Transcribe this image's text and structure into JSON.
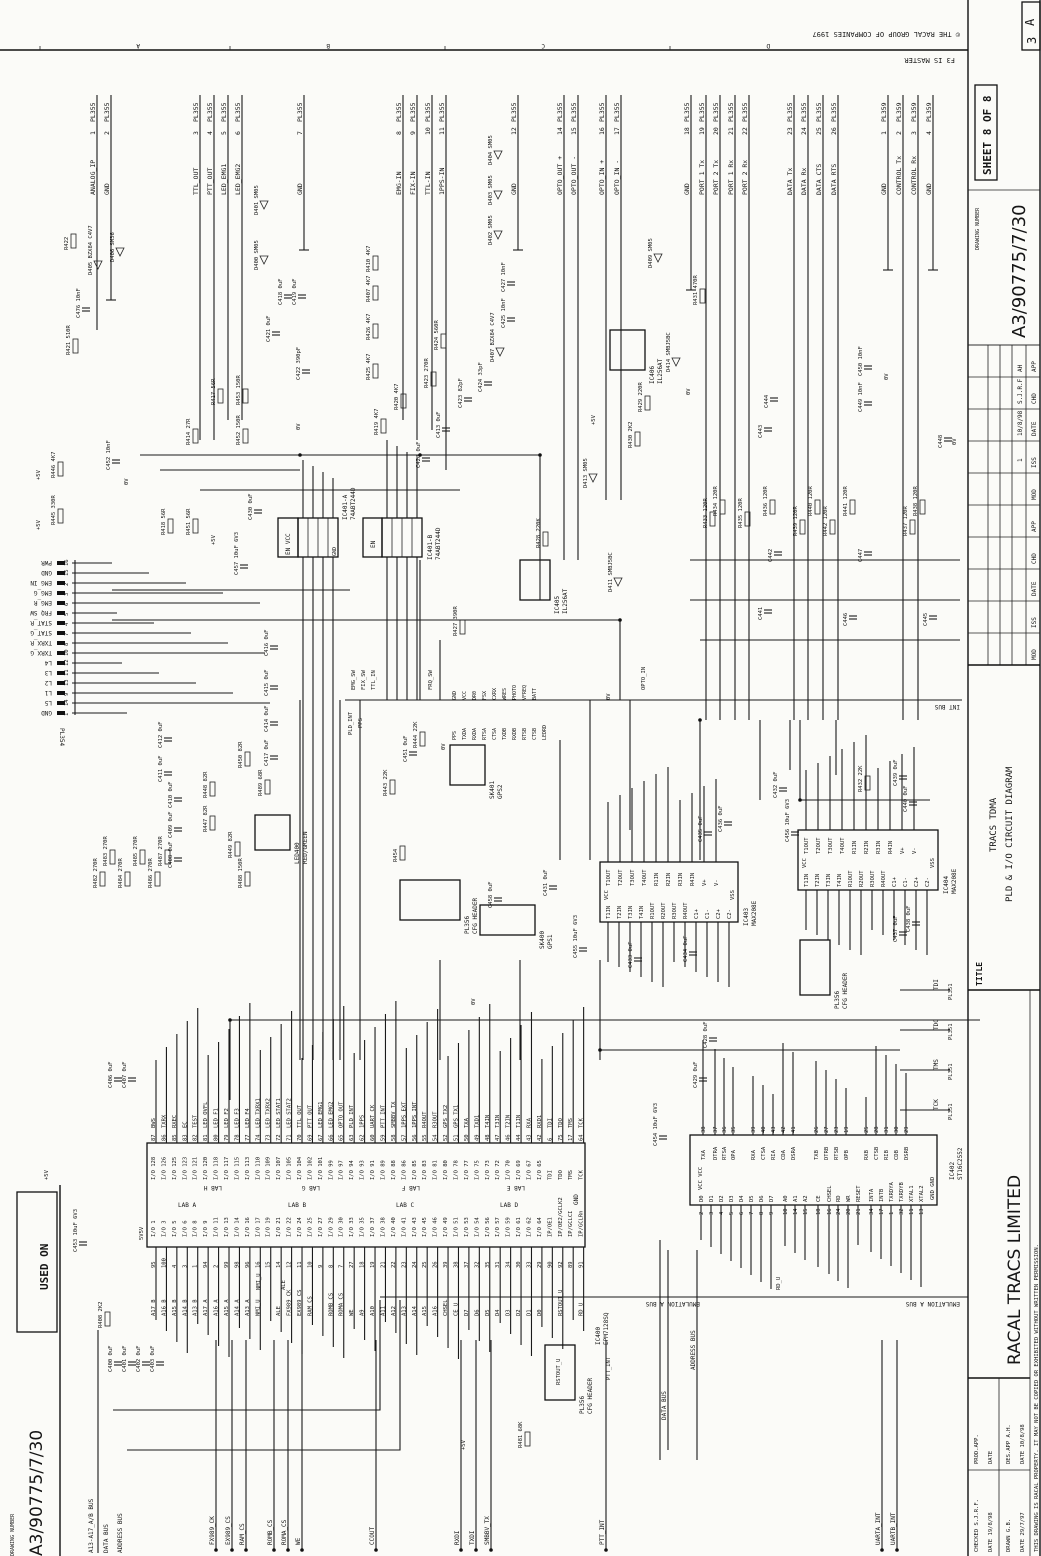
{
  "title_block": {
    "sheet_letter": "A",
    "sheet_size": "3",
    "copyright": "© THE RACAL GROUP OF COMPANIES 1997",
    "master_note": "F3 IS MASTER",
    "sheet": "SHEET 8 OF 8",
    "drawing_number_label": "DRAWING NUMBER",
    "drawing_number": "A3/90775/7/30",
    "revision_headers": [
      "APP",
      "CHD",
      "DATE",
      "ISS",
      "MOD",
      "APP",
      "CHD",
      "DATE",
      "ISS",
      "MOD"
    ],
    "revision_row": {
      "app": "AH",
      "chd": "S.J.R.F",
      "date": "10/8/98",
      "iss": "1"
    },
    "title_label": "TITLE",
    "title_line1": "TRACS TDMA",
    "title_line2": "PLD & I/O CIRCUIT DIAGRAM",
    "company": "RACAL TRACS LIMITED",
    "approvals": [
      "CHECKED S.J.R.F.",
      "DATE 19/8/98",
      "DRAWN G.B.",
      "DATE 29/7/97",
      "PROD.APP.",
      "DATE",
      "DES.APP A.H.",
      "DATE 10/8/98"
    ],
    "footer": "THIS DRAWING IS RACAL PROPERTY. IT MAY NOT BE COPIED OR EXHIBITED WITHOUT WRITTEN PERMISSION."
  },
  "left_strip": {
    "drawing_number_label": "DRAWING NUMBER",
    "drawing_number": "A3/90775/7/30",
    "used_on": "USED ON"
  },
  "zones": [
    "A",
    "B",
    "C",
    "D"
  ],
  "bus_labels": {
    "a13_a17": "A13-A17_A/B BUS",
    "data_bus": "DATA BUS",
    "address_bus": "ADDRESS BUS",
    "data_bus_2": "DATA BUS",
    "address_bus_2": "ADDRESS BUS",
    "emulation_bus": "EMULATION A BUS",
    "int_bus": "INT BUS"
  },
  "pl355": [
    {
      "signal": "ANALOG_IP",
      "pin": "1",
      "ref": "PL355"
    },
    {
      "signal": "GND",
      "pin": "2",
      "ref": "PL355"
    },
    {
      "signal": "TTL_OUT",
      "pin": "3",
      "ref": "PL355"
    },
    {
      "signal": "PTT_OUT",
      "pin": "4",
      "ref": "PL355"
    },
    {
      "signal": "LED_EMG1",
      "pin": "5",
      "ref": "PL355"
    },
    {
      "signal": "LED_EMG2",
      "pin": "6",
      "ref": "PL355"
    },
    {
      "signal": "GND",
      "pin": "7",
      "ref": "PL355"
    },
    {
      "signal": "EMG-IN",
      "pin": "8",
      "ref": "PL355"
    },
    {
      "signal": "FIX-IN",
      "pin": "9",
      "ref": "PL355"
    },
    {
      "signal": "TTL-IN",
      "pin": "10",
      "ref": "PL355"
    },
    {
      "signal": "1PPS-IN",
      "pin": "11",
      "ref": "PL355"
    },
    {
      "signal": "GND",
      "pin": "12",
      "ref": "PL355"
    },
    {
      "signal": "OPTO_OUT +",
      "pin": "14",
      "ref": "PL355"
    },
    {
      "signal": "OPTO_OUT -",
      "pin": "15",
      "ref": "PL355"
    },
    {
      "signal": "OPTO_IN +",
      "pin": "16",
      "ref": "PL355"
    },
    {
      "signal": "OPTO_IN -",
      "pin": "17",
      "ref": "PL355"
    },
    {
      "signal": "GND",
      "pin": "18",
      "ref": "PL355"
    },
    {
      "signal": "PORT 1 Tx",
      "pin": "19",
      "ref": "PL355"
    },
    {
      "signal": "PORT 2 Tx",
      "pin": "20",
      "ref": "PL355"
    },
    {
      "signal": "PORT 1 Rx",
      "pin": "21",
      "ref": "PL355"
    },
    {
      "signal": "PORT 2 Rx",
      "pin": "22",
      "ref": "PL355"
    },
    {
      "signal": "DATA Tx",
      "pin": "23",
      "ref": "PL355"
    },
    {
      "signal": "DATA Rx",
      "pin": "24",
      "ref": "PL355"
    },
    {
      "signal": "DATA CTS",
      "pin": "25",
      "ref": "PL355"
    },
    {
      "signal": "DATA RTS",
      "pin": "26",
      "ref": "PL355"
    },
    {
      "signal": "GND",
      "pin": "1",
      "ref": "PL359"
    },
    {
      "signal": "CONTROL Tx",
      "pin": "2",
      "ref": "PL359"
    },
    {
      "signal": "CONTROL Rx",
      "pin": "3",
      "ref": "PL359"
    },
    {
      "signal": "GND",
      "pin": "4",
      "ref": "PL359"
    }
  ],
  "pl354": {
    "ref": "PL354",
    "pins": [
      {
        "signal": "PWR",
        "pin": "16"
      },
      {
        "signal": "GND",
        "pin": "15"
      },
      {
        "signal": "EMG IN",
        "pin": "2"
      },
      {
        "signal": "EMG_G",
        "pin": "3"
      },
      {
        "signal": "EMG_R",
        "pin": "6"
      },
      {
        "signal": "FRQ SW",
        "pin": "5"
      },
      {
        "signal": "STAT_R",
        "pin": "4"
      },
      {
        "signal": "STAT_G",
        "pin": "7"
      },
      {
        "signal": "TXRX_R",
        "pin": "8"
      },
      {
        "signal": "TXRX_G",
        "pin": "10"
      },
      {
        "signal": "L4",
        "pin": "12"
      },
      {
        "signal": "L3",
        "pin": "11"
      },
      {
        "signal": "L2",
        "pin": "13"
      },
      {
        "signal": "L1",
        "pin": "9"
      },
      {
        "signal": "L5",
        "pin": "14"
      },
      {
        "signal": "GND",
        "pin": "1"
      }
    ]
  },
  "ic400": {
    "ref": "IC400",
    "part": "EPM7128SQ",
    "power": "5V5V",
    "labs_bottom": [
      "LAB A",
      "LAB B",
      "LAB C",
      "LAB D"
    ],
    "labs_top": [
      "LAB H",
      "LAB G",
      "LAB F",
      "LAB E"
    ],
    "gnd": "GND",
    "top_io": [
      "I/O 128",
      "I/O 126",
      "I/O 125",
      "I/O 123",
      "I/O 121",
      "I/O 120",
      "I/O 118",
      "I/O 117",
      "I/O 115",
      "I/O 113",
      "I/O 110",
      "I/O 109",
      "I/O 107",
      "I/O 105",
      "I/O 104",
      "I/O 102",
      "I/O 101",
      "I/O 99",
      "I/O 97",
      "I/O 94",
      "I/O 93",
      "I/O 91",
      "I/O 89",
      "I/O 88",
      "I/O 86",
      "I/O 85",
      "I/O 83",
      "I/O 81",
      "I/O 80",
      "I/O 78",
      "I/O 77",
      "I/O 75",
      "I/O 73",
      "I/O 72",
      "I/O 70",
      "I/O 69",
      "I/O 67",
      "I/O 65",
      "TDI",
      "TDO",
      "TMS",
      "TCK"
    ],
    "top_pins": [
      "87",
      "86",
      "85",
      "83",
      "82",
      "81",
      "80",
      "79",
      "78",
      "77",
      "74",
      "73",
      "72",
      "71",
      "70",
      "69",
      "67",
      "66",
      "65",
      "63",
      "62",
      "60",
      "59",
      "58",
      "57",
      "56",
      "55",
      "54",
      "52",
      "51",
      "50",
      "49",
      "48",
      "47",
      "46",
      "44",
      "43",
      "42",
      "6",
      "75",
      "17",
      "64"
    ],
    "top_signals": [
      "BWS",
      "TXRX",
      "RXEC",
      "EC",
      "TEST",
      "LED_OVFL",
      "LED_F1",
      "LED_F2",
      "LED_F3",
      "LED_F4",
      "LED_TXRX1",
      "LED_TXRX2",
      "LED_STAT1",
      "LED_STAT2",
      "TTL_OUT",
      "PTT_OUT",
      "LED_EMG1",
      "LED_EMG2",
      "OPTO_OUT",
      "PLD_INT",
      "1PPS",
      "UART_CK",
      "PTT_INT",
      "SMBBV_TX",
      "1PPS_EXT",
      "1PPS_INT",
      "R4OUT",
      "R3OUT",
      "GPS_TX2",
      "GPS_TX1",
      "TXA",
      "TXD1",
      "T4IN",
      "T3IN",
      "T2IN",
      "T1IN",
      "RXA",
      "RXD1",
      "TDI",
      "TDO",
      "TMS",
      "TCK"
    ],
    "bottom_io": [
      "I/O 1",
      "I/O 3",
      "I/O 5",
      "I/O 6",
      "I/O 8",
      "I/O 9",
      "I/O 11",
      "I/O 13",
      "I/O 14",
      "I/O 16",
      "I/O 17",
      "I/O 19",
      "I/O 21",
      "I/O 22",
      "I/O 24",
      "I/O 25",
      "I/O 27",
      "I/O 29",
      "I/O 30",
      "I/O 33",
      "I/O 35",
      "I/O 37",
      "I/O 38",
      "I/O 40",
      "I/O 41",
      "I/O 43",
      "I/O 45",
      "I/O 46",
      "I/O 49",
      "I/O 51",
      "I/O 53",
      "I/O 54",
      "I/O 56",
      "I/O 57",
      "I/O 59",
      "I/O 61",
      "I/O 62",
      "I/O 64",
      "IP/OE1",
      "IP/OE2/GCLK2",
      "IP/GCLCI",
      "IP/GCLRn"
    ],
    "bottom_pins": [
      "95",
      "100",
      "4",
      "3",
      "1",
      "94",
      "2",
      "99",
      "98",
      "96",
      "16",
      "15",
      "14",
      "12",
      "11",
      "10",
      "9",
      "8",
      "7",
      "27",
      "18",
      "19",
      "21",
      "22",
      "23",
      "24",
      "25",
      "26",
      "39",
      "38",
      "37",
      "32",
      "35",
      "31",
      "34",
      "30",
      "33",
      "29",
      "90",
      "92",
      "89",
      "91"
    ],
    "bottom_signals": [
      "A17_B",
      "A16_B",
      "A15_B",
      "A14_B",
      "A13_B",
      "A17_A",
      "A16_A",
      "A15_A",
      "A14_A",
      "A13_A",
      "NMI_U",
      "",
      "ALE",
      "FX989_CK",
      "EX989_CS",
      "RAM_CS",
      "",
      "ROMB_CS",
      "ROMA_CS",
      "WE",
      "A9",
      "A10",
      "A11",
      "A12",
      "A13",
      "A14",
      "A15",
      "A16",
      "CHSEL",
      "CE_U",
      "D7",
      "D6",
      "D5",
      "D4",
      "D3",
      "D2",
      "D1",
      "D0",
      "",
      "RSTOUT_U",
      "",
      "RD_U"
    ]
  },
  "ic402": {
    "ref": "IC402",
    "part": "ST16C2552",
    "vcc": "VCC VCC",
    "gnd": "GND GND",
    "top": [
      [
        "TXA",
        "38"
      ],
      [
        "DTRA",
        "37"
      ],
      [
        "RTSA",
        "36"
      ],
      [
        "OPA",
        "35"
      ],
      [
        "RXA",
        "39"
      ],
      [
        "CTSA",
        "40"
      ],
      [
        "RIA",
        "43"
      ],
      [
        "CDA",
        "42"
      ],
      [
        "DSRA",
        "41"
      ],
      [
        "TXB",
        "26"
      ],
      [
        "DTRB",
        "27"
      ],
      [
        "RTSB",
        "23"
      ],
      [
        "OPB",
        "19"
      ],
      [
        "RXB",
        "25"
      ],
      [
        "CTSB",
        "28"
      ],
      [
        "RIB",
        "31"
      ],
      [
        "CDB",
        "30"
      ],
      [
        "DSRB",
        "29"
      ]
    ],
    "bottom": [
      [
        "D0",
        "2"
      ],
      [
        "D1",
        "3"
      ],
      [
        "D2",
        "4"
      ],
      [
        "D3",
        "5"
      ],
      [
        "D4",
        "6"
      ],
      [
        "D5",
        "7"
      ],
      [
        "D6",
        "8"
      ],
      [
        "D7",
        "9"
      ],
      [
        "A0",
        "10"
      ],
      [
        "A1",
        "14"
      ],
      [
        "A2",
        "15"
      ],
      [
        "CE",
        "18"
      ],
      [
        "CHSEL",
        "16"
      ],
      [
        "RD",
        "24"
      ],
      [
        "WR",
        "20"
      ],
      [
        "RESET",
        "21"
      ],
      [
        "INTA",
        "34"
      ],
      [
        "INTB",
        "17"
      ],
      [
        "TXRDYA",
        "1"
      ],
      [
        "TXRDYB",
        "32"
      ],
      [
        "XTAL1",
        "11"
      ],
      [
        "XTAL2",
        "13"
      ]
    ]
  },
  "ic403": {
    "ref": "IC403",
    "part": "MAX208E",
    "top": [
      "T1OUT",
      "T2OUT",
      "T3OUT",
      "T4OUT",
      "R1IN",
      "R2IN",
      "R3IN",
      "R4IN",
      "V+",
      "V-"
    ],
    "bottom": [
      "T1IN",
      "T2IN",
      "T3IN",
      "T4IN",
      "R1OUT",
      "R2OUT",
      "R3OUT",
      "R4OUT",
      "C1+",
      "C1-",
      "C2+",
      "C2-"
    ],
    "vcc": "VCC",
    "vss": "VSS"
  },
  "ic404": {
    "ref": "IC404",
    "part": "MAX208E",
    "top": [
      "T1OUT",
      "T2OUT",
      "T3OUT",
      "T4OUT",
      "R1IN",
      "R2IN",
      "R3IN",
      "R4IN",
      "V+",
      "V-"
    ],
    "bottom": [
      "T1IN",
      "T2IN",
      "T3IN",
      "T4IN",
      "R1OUT",
      "R2OUT",
      "R3OUT",
      "R4OUT",
      "C1+",
      "C1-",
      "C2+",
      "C2-"
    ],
    "vcc": "VCC",
    "vss": "VSS"
  },
  "ic401a": {
    "ref": "IC401-A",
    "part": "74ABT244D",
    "en": "EN VCC",
    "gnd": "GND"
  },
  "ic401b": {
    "ref": "IC401-B",
    "part": "74ABT244D",
    "en": "EN"
  },
  "connectors": [
    {
      "ref": "SK400",
      "part": "GPS1"
    },
    {
      "ref": "SK401",
      "part": "GPS2"
    },
    {
      "ref": "PL356",
      "part": "CFG HEADER"
    },
    {
      "ref": "PL356",
      "part": "CFG HEADER"
    },
    {
      "ref": "PL356",
      "part": "CFG HEADER"
    },
    {
      "ref": "LED400",
      "part": "RED/GREEN"
    },
    {
      "ref": "IC405",
      "part": "IL256AT"
    },
    {
      "ref": "IC406",
      "part": "IL256AT"
    }
  ],
  "gps2_pins": [
    "PPS",
    "TXDA",
    "RXDA",
    "RTSA",
    "CTSA",
    "TXDB",
    "RXDB",
    "RTSB",
    "CTSB",
    "LEDRD",
    "GND",
    "VCC",
    "DR0",
    "FSX",
    "CXRX",
    "WRES",
    "PHOTO",
    "VFREQ",
    "BATT"
  ],
  "jtag": [
    "TDI",
    "TDO",
    "TMS",
    "TCK"
  ],
  "jtag_ref": "PL351",
  "bottom_signals": [
    "CCOUT",
    "RXDI",
    "TXDI",
    "SMBBV_TX",
    "PTT_INT",
    "UARTA_INT",
    "UARTB_INT",
    "FX989_CK",
    "EX989_CS",
    "RAM_CS",
    "ROMB_CS",
    "ROMA_CS",
    "WE"
  ],
  "net_labels": [
    "EMG_SW",
    "FIX_SW",
    "TTL_IN",
    "FRQ_SW",
    "PLD_INT",
    "PPS",
    "OPTO_IN",
    "PTT_INT",
    "RD_U",
    "NMI_U",
    "ALE",
    "RSTOUT_U",
    "+5V",
    "+5V",
    "+5V",
    "+5V",
    "+5V",
    "+5V",
    "0V",
    "0V",
    "0V",
    "0V",
    "0V",
    "0V",
    "0V",
    "0V"
  ],
  "passives": [
    "R421 510R",
    "R422",
    "C476 10nF",
    "D405 BZX84 C4V7",
    "D406 SM36",
    "R446 4K7",
    "C452 10nF",
    "R445 330R",
    "R418 56R",
    "R451 56R",
    "C430 0uF",
    "C457 10uF 6V3",
    "R414 27R",
    "R417 56R",
    "R452 150R",
    "R453 150R",
    "C422 390pF",
    "C421 0uF",
    "C418 0uF",
    "C419 0uF",
    "D400 SM05",
    "D401 SM05",
    "R425 4K7",
    "R426 4K7",
    "R407 4K7",
    "R410 4K7",
    "R420 4K7",
    "R419 4K7",
    "R423 270R",
    "R424 560R",
    "C420 0uF",
    "C413 0uF",
    "C423 82pF",
    "C424 33pF",
    "D407 BZX84 C4V7",
    "C425 10nF",
    "C427 10nF",
    "D402 SM05",
    "D403 SM05",
    "D404 SM05",
    "D413 SM05",
    "R428 220K",
    "R427 390R",
    "D411 SMBJ5BC",
    "R430 2K2",
    "R429 220R",
    "D414 SMBJ5BC",
    "R431 470R",
    "D409 SM05",
    "C444",
    "C443",
    "C449 10nF",
    "C450 10nF",
    "C448",
    "R433 120R",
    "R434 120R",
    "R435 120R",
    "R436 120R",
    "R439 120R",
    "R440 120R",
    "R442 120R",
    "R441 120R",
    "R437 120R",
    "R438 120R",
    "C441",
    "C442",
    "C446",
    "C447",
    "C445",
    "C416 0uF",
    "C415 0uF",
    "C414 0uF",
    "C417 0uF",
    "C412 0uF",
    "C411 0uF",
    "C410 0uF",
    "C409 0uF",
    "C408 0uF",
    "R448 82R",
    "R447 82R",
    "R449 82R",
    "R450 82R",
    "R489 68R",
    "R488 150R",
    "R482 270R",
    "R483 270R",
    "R484 270R",
    "R485 270R",
    "R486 270R",
    "R487 270R",
    "C406 0uF",
    "C407 0uF",
    "C453 10uF 6V3",
    "C400 0uF",
    "C401 0uF",
    "C402 0uF",
    "C403 0uF",
    "R408 2K2",
    "R481 68K",
    "C451 0uF",
    "R443 22K",
    "R444 22K",
    "R454",
    "C458 0uF",
    "C455 10uF 6V3",
    "C431 0uF",
    "C433 0uF",
    "C434 0uF",
    "C435 0uF",
    "C436 0uF",
    "C432 0uF",
    "C456 10uF 6V3",
    "R432 22K",
    "C439 0uF",
    "C440 0uF",
    "C437 0uF",
    "C438 0uF",
    "C429 0uF",
    "C428 0uF",
    "C454 10uF 6V3"
  ]
}
